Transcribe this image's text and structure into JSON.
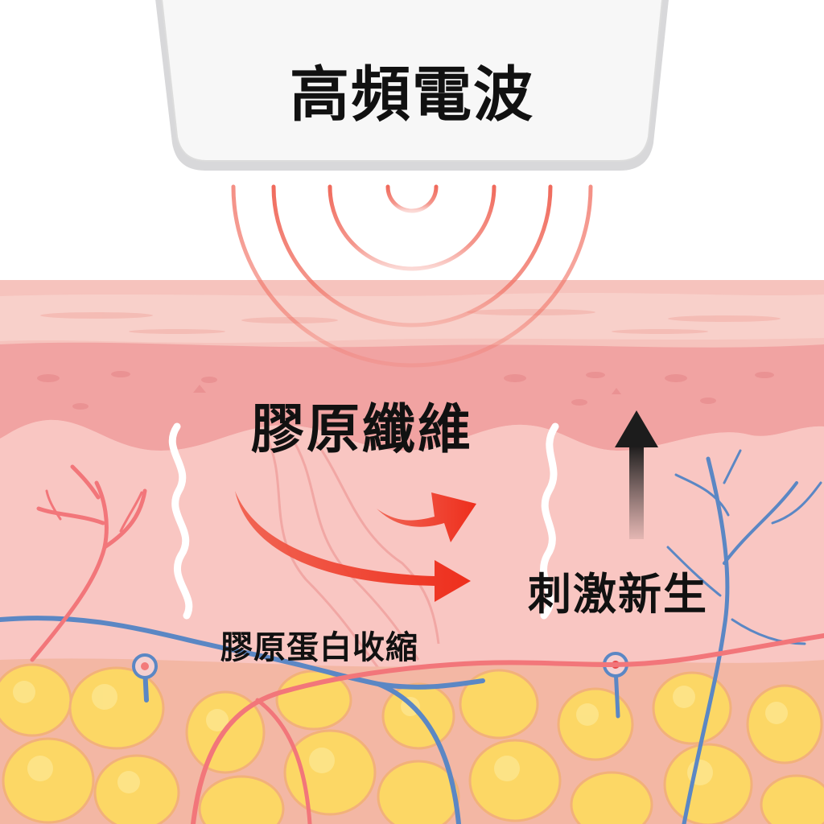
{
  "device": {
    "label": "高頻電波"
  },
  "labels": {
    "collagen_fibers": "膠原纖維",
    "stimulate_regeneration": "刺激新生",
    "collagen_contraction": "膠原蛋白收縮"
  },
  "colors": {
    "wave": "#f06a5c",
    "heat_arrow": "#ee3b2a",
    "up_arrow": "#2a2a2a",
    "epidermis": "#f4b5b0",
    "dermis": "#f9c8c4",
    "vein": "#5b87c4",
    "artery": "#f2767a",
    "fat": "#fcd96a",
    "fiber": "#ffffff"
  }
}
